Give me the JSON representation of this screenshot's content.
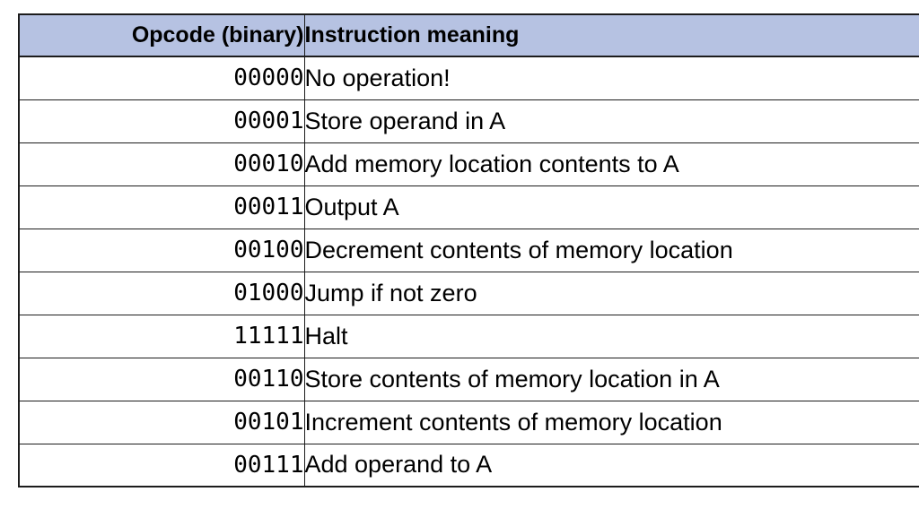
{
  "chart_data": {
    "type": "table",
    "title": "",
    "columns": [
      "Opcode (binary)",
      "Instruction meaning"
    ],
    "rows": [
      {
        "opcode": "00000",
        "meaning": "No operation!"
      },
      {
        "opcode": "00001",
        "meaning": "Store operand in A"
      },
      {
        "opcode": "00010",
        "meaning": "Add memory location contents to A"
      },
      {
        "opcode": "00011",
        "meaning": "Output A"
      },
      {
        "opcode": "00100",
        "meaning": "Decrement contents of memory location"
      },
      {
        "opcode": "01000",
        "meaning": "Jump if not zero"
      },
      {
        "opcode": "11111",
        "meaning": "Halt"
      },
      {
        "opcode": "00110",
        "meaning": "Store contents of memory location in A"
      },
      {
        "opcode": "00101",
        "meaning": "Increment contents of memory location"
      },
      {
        "opcode": "00111",
        "meaning": "Add operand to A"
      }
    ],
    "layout": {
      "header_bg": "#b6c2e2",
      "border_color": "#1c1c1c",
      "text_color": "#000000",
      "opcode_align": "right",
      "meaning_align": "left",
      "cropped_right_edge": true
    }
  }
}
